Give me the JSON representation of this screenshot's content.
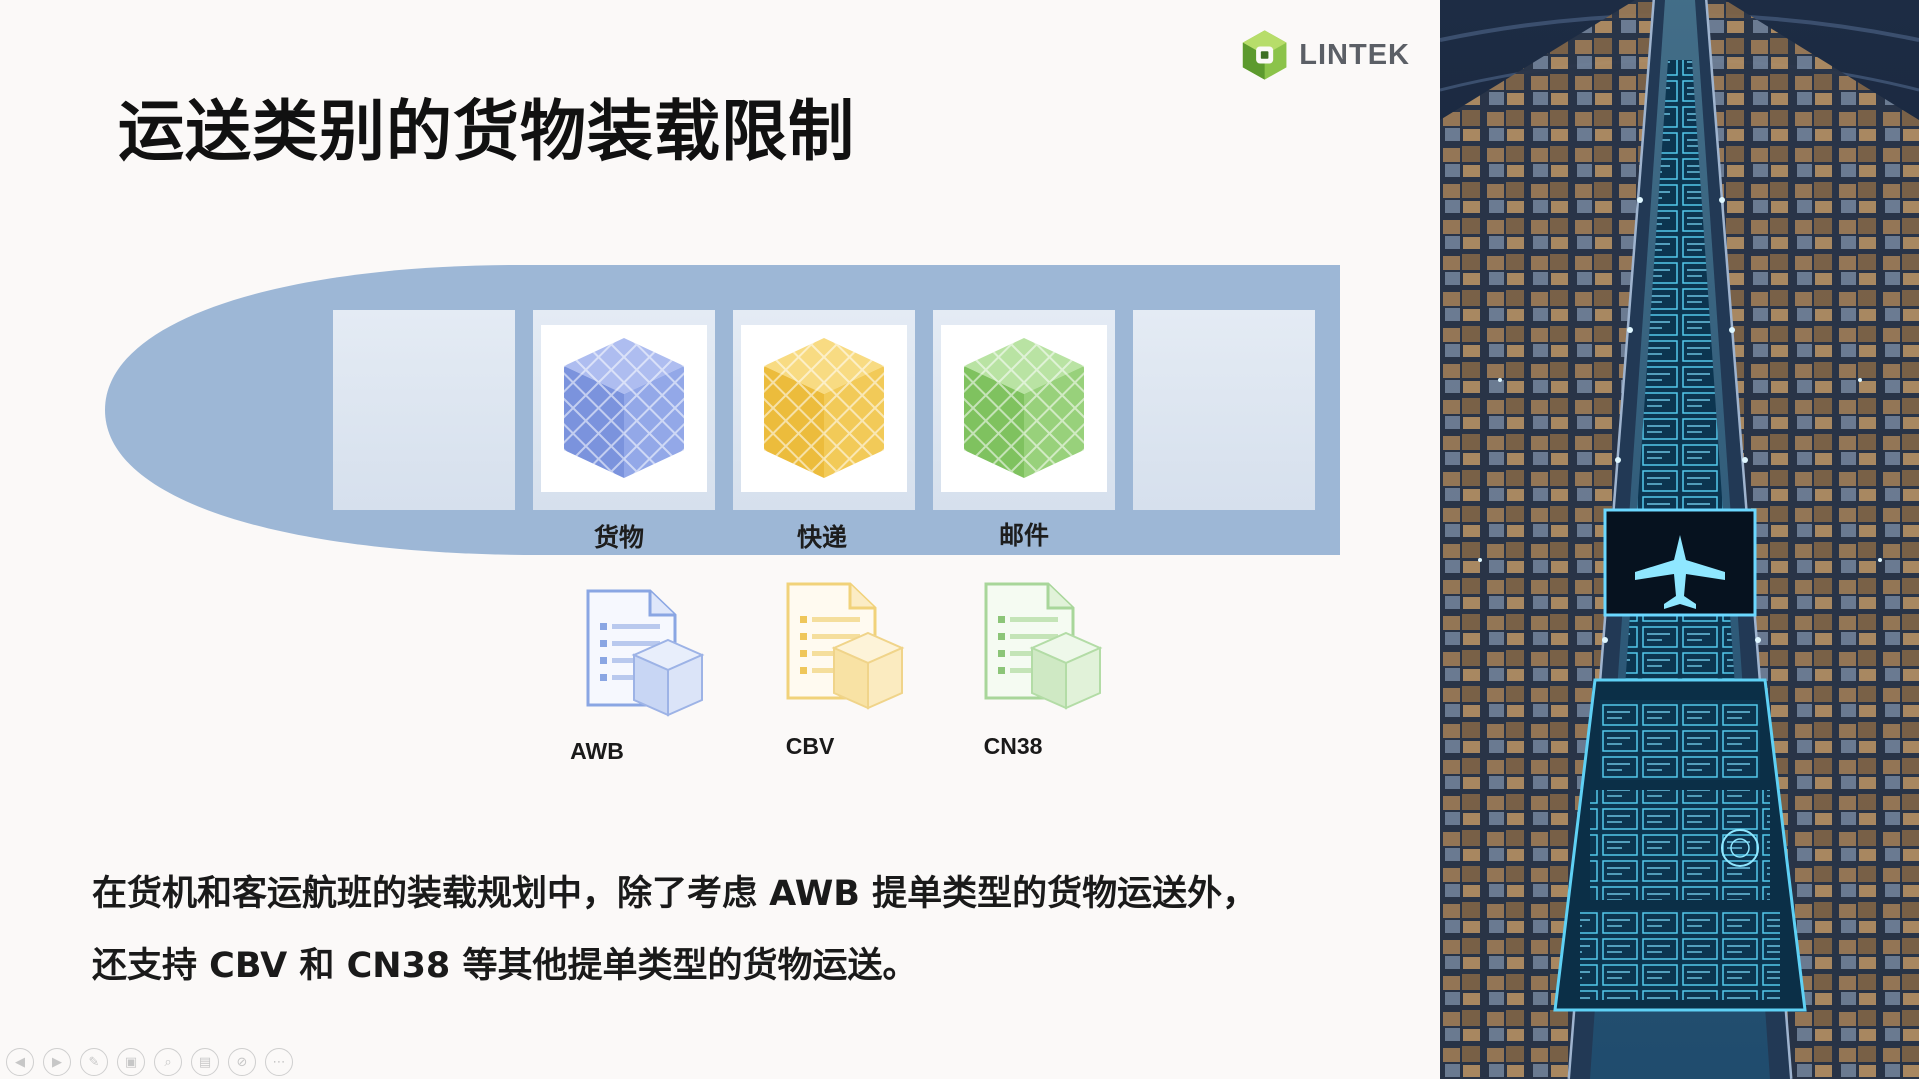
{
  "logo": {
    "text": "LINTEK",
    "colors": {
      "green": "#8bc34a",
      "dark": "#2e6b2a",
      "text": "#5b5f66"
    }
  },
  "slide": {
    "title": "运送类别的货物装载限制",
    "bays": [
      {
        "label": "货物",
        "color": "#6f86d6"
      },
      {
        "label": "快递",
        "color": "#f0c04a"
      },
      {
        "label": "邮件",
        "color": "#8fcf72"
      }
    ],
    "documents": [
      {
        "label": "AWB",
        "color": "#8aa6e3"
      },
      {
        "label": "CBV",
        "color": "#f1d27a"
      },
      {
        "label": "CN38",
        "color": "#a8d69a"
      }
    ],
    "body_lines": [
      "在货机和客运航班的装载规划中，除了考虑 AWB 提单类型的货物运送外，",
      "还支持 CBV 和 CN38 等其他提单类型的货物运送。"
    ]
  },
  "colors": {
    "fuselage": "#9db7d6",
    "slot": "#dde6f1",
    "hangar_bg": "#0d1a2e",
    "hangar_glow": "#4fd6ff"
  },
  "controls": [
    {
      "icon": "prev-icon",
      "glyph": "◀"
    },
    {
      "icon": "next-icon",
      "glyph": "▶"
    },
    {
      "icon": "pen-icon",
      "glyph": "✎"
    },
    {
      "icon": "slides-icon",
      "glyph": "▣"
    },
    {
      "icon": "zoom-icon",
      "glyph": "⌕"
    },
    {
      "icon": "subtitle-icon",
      "glyph": "▤"
    },
    {
      "icon": "camera-off-icon",
      "glyph": "⊘"
    },
    {
      "icon": "more-icon",
      "glyph": "⋯"
    }
  ]
}
